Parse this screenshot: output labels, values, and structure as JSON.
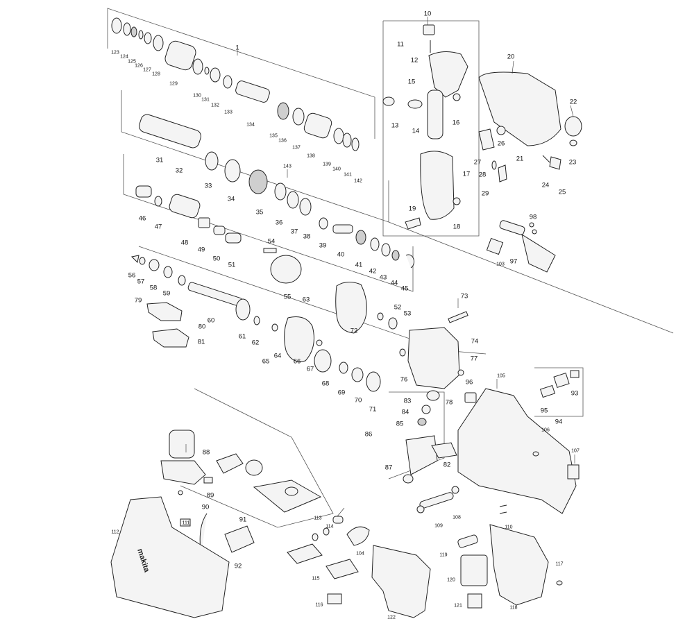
{
  "labels": [
    {
      "id": "1",
      "t": "1"
    },
    {
      "id": "10",
      "t": "10"
    },
    {
      "id": "11",
      "t": "11"
    },
    {
      "id": "12",
      "t": "12"
    },
    {
      "id": "13",
      "t": "13"
    },
    {
      "id": "14",
      "t": "14"
    },
    {
      "id": "15",
      "t": "15"
    },
    {
      "id": "16",
      "t": "16"
    },
    {
      "id": "17",
      "t": "17"
    },
    {
      "id": "18",
      "t": "18"
    },
    {
      "id": "19",
      "t": "19"
    },
    {
      "id": "20",
      "t": "20"
    },
    {
      "id": "21",
      "t": "21"
    },
    {
      "id": "22",
      "t": "22"
    },
    {
      "id": "23",
      "t": "23"
    },
    {
      "id": "24",
      "t": "24"
    },
    {
      "id": "25",
      "t": "25"
    },
    {
      "id": "26",
      "t": "26"
    },
    {
      "id": "27",
      "t": "27"
    },
    {
      "id": "28",
      "t": "28"
    },
    {
      "id": "29",
      "t": "29"
    },
    {
      "id": "31",
      "t": "31"
    },
    {
      "id": "32",
      "t": "32"
    },
    {
      "id": "33",
      "t": "33"
    },
    {
      "id": "34",
      "t": "34"
    },
    {
      "id": "35",
      "t": "35"
    },
    {
      "id": "36",
      "t": "36"
    },
    {
      "id": "37",
      "t": "37"
    },
    {
      "id": "38",
      "t": "38"
    },
    {
      "id": "39",
      "t": "39"
    },
    {
      "id": "40",
      "t": "40"
    },
    {
      "id": "41",
      "t": "41"
    },
    {
      "id": "42",
      "t": "42"
    },
    {
      "id": "43",
      "t": "43"
    },
    {
      "id": "44",
      "t": "44"
    },
    {
      "id": "45",
      "t": "45"
    },
    {
      "id": "46",
      "t": "46"
    },
    {
      "id": "47",
      "t": "47"
    },
    {
      "id": "48",
      "t": "48"
    },
    {
      "id": "49",
      "t": "49"
    },
    {
      "id": "50",
      "t": "50"
    },
    {
      "id": "51",
      "t": "51"
    },
    {
      "id": "52",
      "t": "52"
    },
    {
      "id": "53",
      "t": "53"
    },
    {
      "id": "54",
      "t": "54"
    },
    {
      "id": "55",
      "t": "55"
    },
    {
      "id": "56",
      "t": "56"
    },
    {
      "id": "57",
      "t": "57"
    },
    {
      "id": "58",
      "t": "58"
    },
    {
      "id": "59",
      "t": "59"
    },
    {
      "id": "60",
      "t": "60"
    },
    {
      "id": "61",
      "t": "61"
    },
    {
      "id": "62",
      "t": "62"
    },
    {
      "id": "63",
      "t": "63"
    },
    {
      "id": "64",
      "t": "64"
    },
    {
      "id": "65",
      "t": "65"
    },
    {
      "id": "66",
      "t": "66"
    },
    {
      "id": "67",
      "t": "67"
    },
    {
      "id": "68",
      "t": "68"
    },
    {
      "id": "69",
      "t": "69"
    },
    {
      "id": "70",
      "t": "70"
    },
    {
      "id": "71",
      "t": "71"
    },
    {
      "id": "72",
      "t": "72"
    },
    {
      "id": "73",
      "t": "73"
    },
    {
      "id": "74",
      "t": "74"
    },
    {
      "id": "76",
      "t": "76"
    },
    {
      "id": "77",
      "t": "77"
    },
    {
      "id": "78",
      "t": "78"
    },
    {
      "id": "79",
      "t": "79"
    },
    {
      "id": "80",
      "t": "80"
    },
    {
      "id": "81",
      "t": "81"
    },
    {
      "id": "82",
      "t": "82"
    },
    {
      "id": "83",
      "t": "83"
    },
    {
      "id": "84",
      "t": "84"
    },
    {
      "id": "85",
      "t": "85"
    },
    {
      "id": "86",
      "t": "86"
    },
    {
      "id": "87",
      "t": "87"
    },
    {
      "id": "88",
      "t": "88"
    },
    {
      "id": "89",
      "t": "89"
    },
    {
      "id": "90",
      "t": "90"
    },
    {
      "id": "91",
      "t": "91"
    },
    {
      "id": "92",
      "t": "92"
    },
    {
      "id": "93",
      "t": "93"
    },
    {
      "id": "94",
      "t": "94"
    },
    {
      "id": "95",
      "t": "95"
    },
    {
      "id": "96",
      "t": "96"
    },
    {
      "id": "97",
      "t": "97"
    },
    {
      "id": "98",
      "t": "98"
    },
    {
      "id": "103",
      "t": "103"
    },
    {
      "id": "104",
      "t": "104"
    },
    {
      "id": "105",
      "t": "105"
    },
    {
      "id": "106",
      "t": "106"
    },
    {
      "id": "107",
      "t": "107"
    },
    {
      "id": "108",
      "t": "108"
    },
    {
      "id": "109",
      "t": "109"
    },
    {
      "id": "110",
      "t": "110"
    },
    {
      "id": "111",
      "t": "111"
    },
    {
      "id": "112",
      "t": "112"
    },
    {
      "id": "113",
      "t": "113"
    },
    {
      "id": "114",
      "t": "114"
    },
    {
      "id": "115",
      "t": "115"
    },
    {
      "id": "116",
      "t": "116"
    },
    {
      "id": "117",
      "t": "117"
    },
    {
      "id": "118",
      "t": "118"
    },
    {
      "id": "119",
      "t": "119"
    },
    {
      "id": "120",
      "t": "120"
    },
    {
      "id": "121",
      "t": "121"
    },
    {
      "id": "122",
      "t": "122"
    },
    {
      "id": "123",
      "t": "123"
    },
    {
      "id": "124",
      "t": "124"
    },
    {
      "id": "125",
      "t": "125"
    },
    {
      "id": "126",
      "t": "126"
    },
    {
      "id": "127",
      "t": "127"
    },
    {
      "id": "128",
      "t": "128"
    },
    {
      "id": "129",
      "t": "129"
    },
    {
      "id": "130",
      "t": "130"
    },
    {
      "id": "131",
      "t": "131"
    },
    {
      "id": "132",
      "t": "132"
    },
    {
      "id": "133",
      "t": "133"
    },
    {
      "id": "134",
      "t": "134"
    },
    {
      "id": "135",
      "t": "135"
    },
    {
      "id": "136",
      "t": "136"
    },
    {
      "id": "137",
      "t": "137"
    },
    {
      "id": "138",
      "t": "138"
    },
    {
      "id": "139",
      "t": "139"
    },
    {
      "id": "140",
      "t": "140"
    },
    {
      "id": "141",
      "t": "141"
    },
    {
      "id": "142",
      "t": "142"
    },
    {
      "id": "143",
      "t": "143"
    }
  ],
  "brand_text": "makita"
}
